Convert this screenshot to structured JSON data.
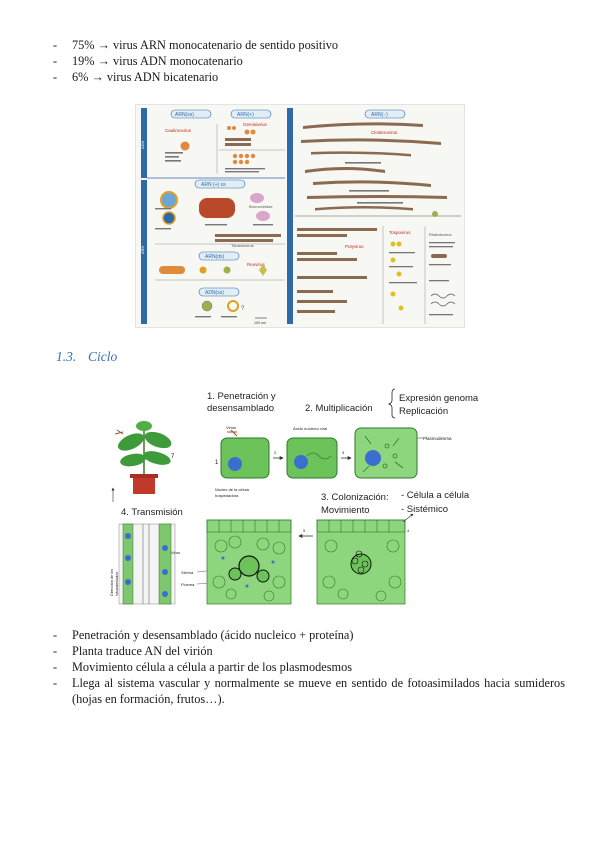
{
  "intro_list": [
    {
      "bullet": "-",
      "text": "75% → virus ARN monocatenario de sentido positivo"
    },
    {
      "bullet": "-",
      "text": "19% → virus ADN monocatenario"
    },
    {
      "bullet": "-",
      "text": "6% → virus ADN bicatenario"
    }
  ],
  "classification_figure": {
    "box_labels": [
      "ARN(ss)",
      "ARN(+)",
      "ARN(−)",
      "ARN (+) ss",
      "ARN(ds)",
      "ADN(ss)",
      "ADN(ds)"
    ],
    "side_labels": [
      "ADN",
      "ARN"
    ],
    "family_labels": [
      "Geminivirus",
      "Caulimovirus",
      "Bromoviridae",
      "Reovirus",
      "Potyvirus",
      "Tobamovirus",
      "Tospovirus",
      "Rhabdovirus",
      "Closterovirus"
    ],
    "scale_label": "100 nm"
  },
  "section": {
    "number": "1.3.",
    "title": "Ciclo"
  },
  "cycle_figure": {
    "step1": [
      "1. Penetración y",
      "desensamblado"
    ],
    "step2": "2. Multiplicación",
    "step2_notes": [
      "Expresión genoma",
      "Replicación"
    ],
    "step3": [
      "3. Colonización:",
      "Movimiento"
    ],
    "step3_notes": [
      "- Célula a célula",
      "- Sistémico"
    ],
    "step4": "4. Transmisión",
    "labels": {
      "virion": "Virión",
      "viral_nucleic_acid": "Ácido nucleico viral",
      "plasmodesma": "Plasmodesma",
      "host_cells": [
        "Núcleo de la célula",
        "hospedadora"
      ],
      "virus": "Virus",
      "xylem": "Xilema",
      "phloem": "Floema",
      "vertical_label": [
        "Dirección de los",
        "fotoasimilados"
      ],
      "num_1": "1",
      "num_2": "2",
      "num_3": "3",
      "num_4": "4",
      "num_5": "5",
      "num_7": "7"
    }
  },
  "cycle_list": [
    {
      "bullet": "-",
      "text": "Penetración y desensamblado (ácido nucleico + proteína)"
    },
    {
      "bullet": "-",
      "text": "Planta traduce AN del virión"
    },
    {
      "bullet": "-",
      "text": "Movimiento célula a célula a partir de los plasmodesmos"
    },
    {
      "bullet": "-",
      "text": "Llega al sistema vascular y normalmente se mueve en sentido de fotoasimilados hacia sumideros (hojas en formación, frutos…)."
    }
  ],
  "colors": {
    "heading": "#3b6fb0",
    "figure_blue": "#2f6aa8",
    "cell_green": "#5fbf4f",
    "virus_brown": "#8a6a50"
  }
}
